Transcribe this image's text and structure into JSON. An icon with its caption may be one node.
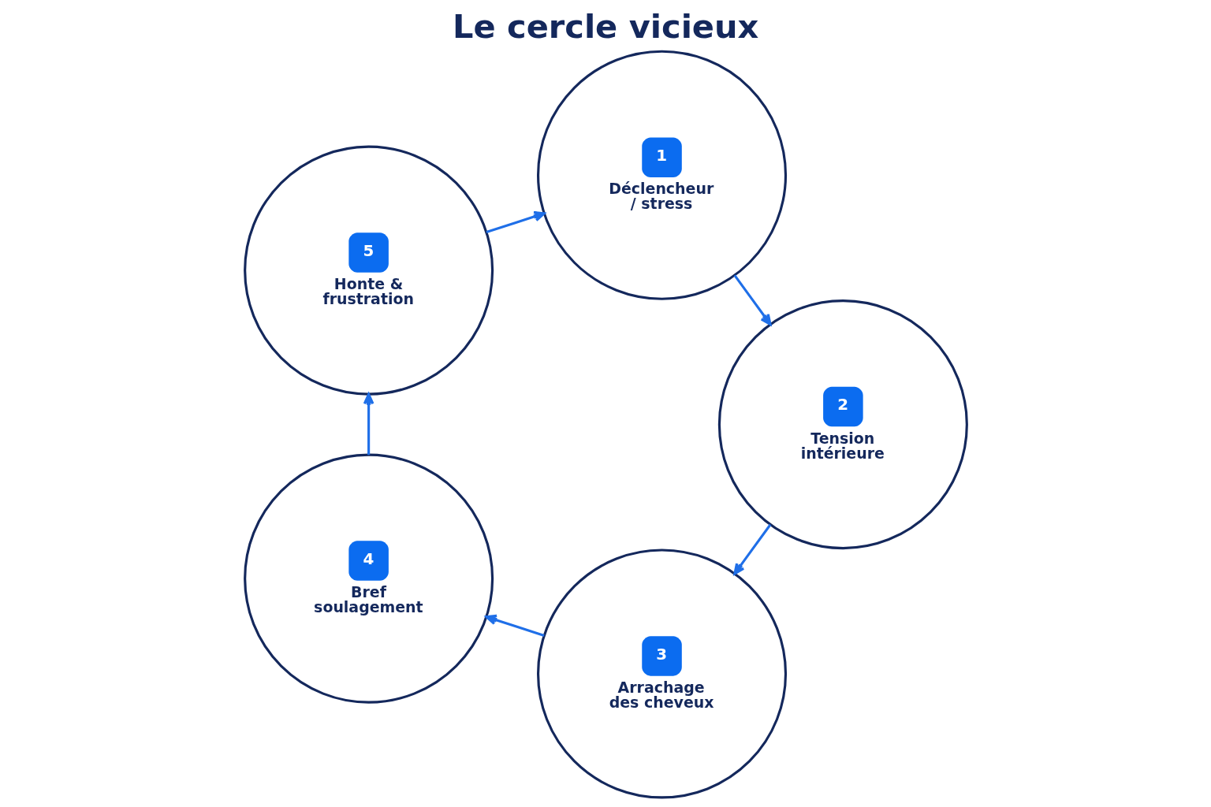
{
  "diagram": {
    "title": "Le cercle vicieux",
    "nodes": [
      {
        "text": [
          "1",
          "Déclencheur / stress"
        ]
      },
      {
        "text": [
          "2",
          "Tension intérieure"
        ]
      },
      {
        "text": [
          "3",
          "Arrachage des cheveux"
        ]
      },
      {
        "text": [
          "4",
          "Bref soulagement"
        ]
      },
      {
        "text": [
          "5",
          "Honte & frustration"
        ]
      }
    ],
    "edges": [
      {
        "from": 0,
        "to": 1,
        "arrow": "to"
      },
      {
        "from": 1,
        "to": 2,
        "arrow": "to"
      },
      {
        "from": 2,
        "to": 3,
        "arrow": "to"
      },
      {
        "from": 3,
        "to": 4,
        "arrow": "to"
      },
      {
        "from": 4,
        "to": 0,
        "arrow": "to"
      }
    ]
  }
}
